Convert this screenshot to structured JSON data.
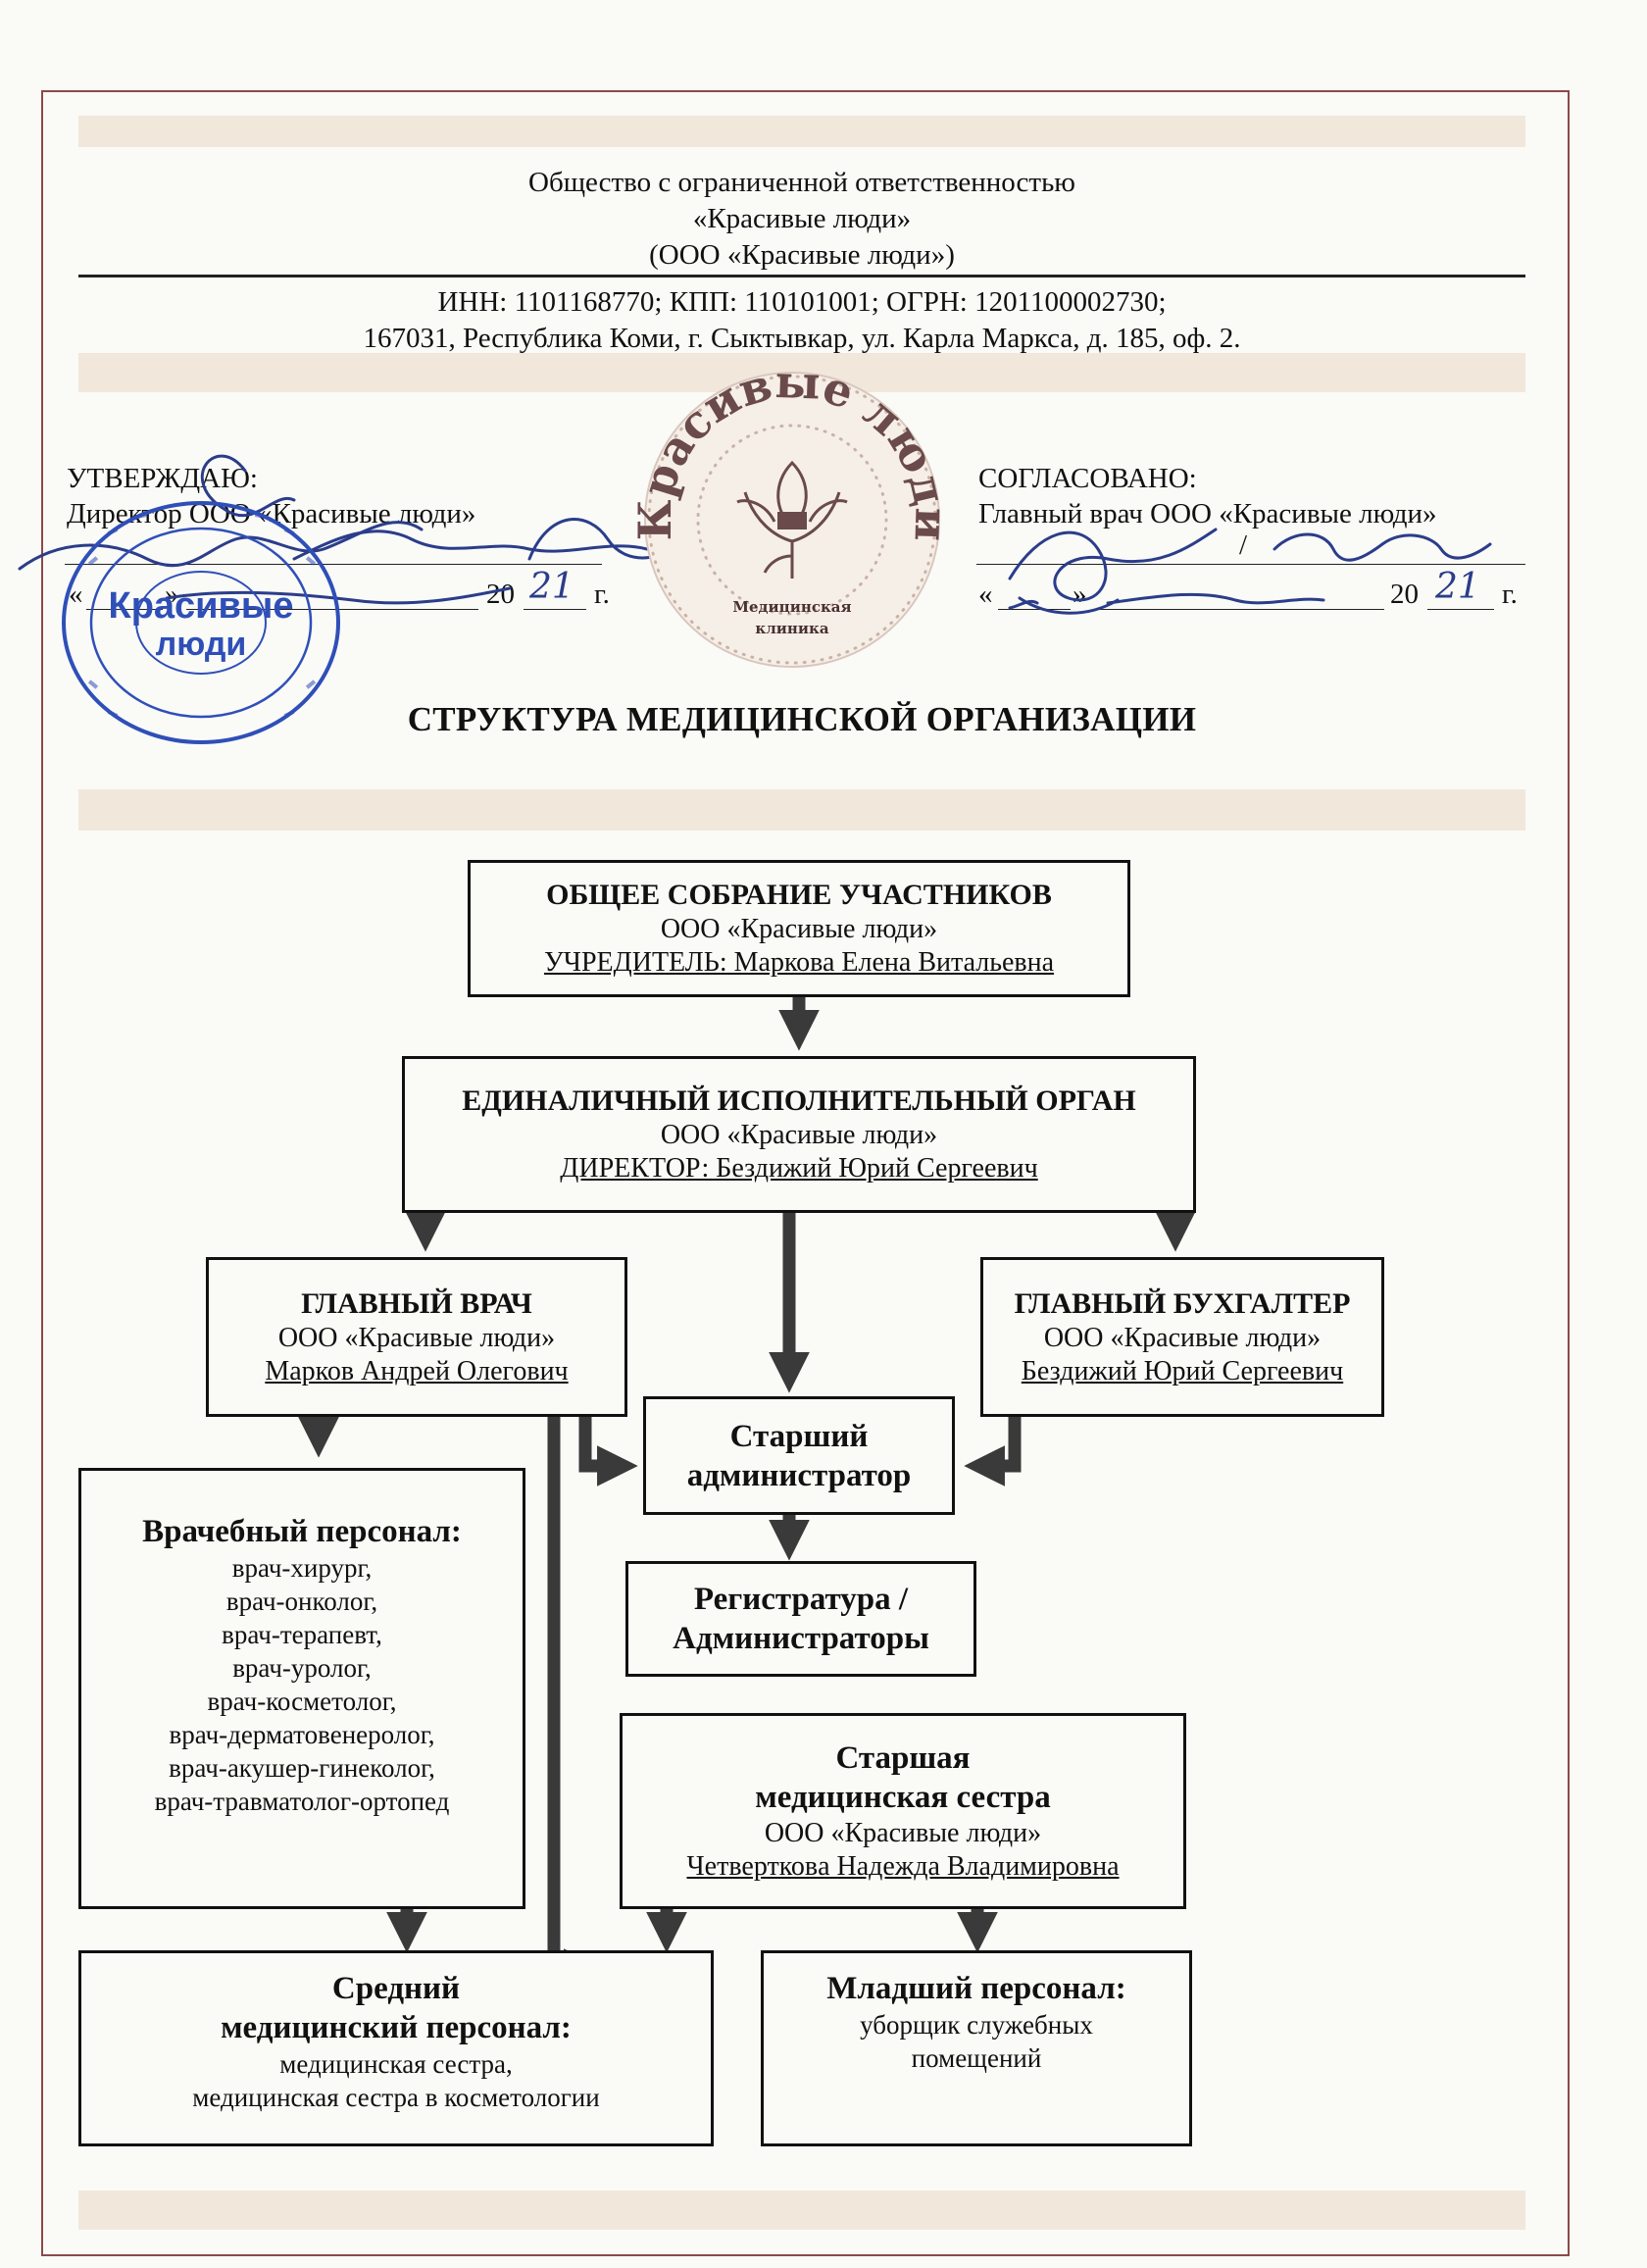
{
  "header": {
    "line1": "Общество с ограниченной ответственностью",
    "line2": "«Красивые люди»",
    "line3": "(ООО «Красивые люди»)",
    "line4": "ИНН: 1101168770; КПП: 110101001; ОГРН: 1201100002730;",
    "line5": "167031, Республика Коми, г. Сыктывкар, ул. Карла Маркса, д. 185, оф. 2."
  },
  "approve": {
    "label": "УТВЕРЖДАЮ:",
    "position": "Директор ООО «Красивые люди»",
    "q_open": "«",
    "q_close": "»",
    "year_prefix": "20",
    "year_suffix": "21",
    "year_end": "г."
  },
  "agree": {
    "label": "СОГЛАСОВАНО:",
    "position": "Главный врач ООО «Красивые люди»",
    "slash": "/",
    "q_open": "«",
    "q_close": "»",
    "year_prefix": "20",
    "year_suffix": "21",
    "year_end": "г."
  },
  "logo": {
    "arc_text": "Красивые люди",
    "sub1": "Медицинская",
    "sub2": "клиника"
  },
  "stamp": {
    "center1": "Красивые",
    "center2": "люди"
  },
  "title": "СТРУКТУРА МЕДИЦИНСКОЙ ОРГАНИЗАЦИИ",
  "boxes": {
    "assembly": {
      "t": "ОБЩЕЕ СОБРАНИЕ УЧАСТНИКОВ",
      "s": "ООО «Красивые люди»",
      "u": "УЧРЕДИТЕЛЬ: Маркова Елена Витальевна"
    },
    "executive": {
      "t": "ЕДИНАЛИЧНЫЙ ИСПОЛНИТЕЛЬНЫЙ ОРГАН",
      "s": "ООО «Красивые люди»",
      "u": "ДИРЕКТОР: Бездижий Юрий Сергеевич"
    },
    "chief_doctor": {
      "t": "ГЛАВНЫЙ ВРАЧ",
      "s": "ООО «Красивые люди»",
      "u": "Марков Андрей Олегович"
    },
    "chief_accountant": {
      "t": "ГЛАВНЫЙ БУХГАЛТЕР",
      "s": "ООО «Красивые люди»",
      "u": "Бездижий Юрий Сергеевич"
    },
    "senior_admin": {
      "t1": "Старший",
      "t2": "администратор"
    },
    "registry": {
      "t1": "Регистратура /",
      "t2": "Администраторы"
    },
    "doctors": {
      "t": "Врачебный персонал:",
      "items": [
        "врач-хирург,",
        "врач-онколог,",
        "врач-терапевт,",
        "врач-уролог,",
        "врач-косметолог,",
        "врач-дерматовенеролог,",
        "врач-акушер-гинеколог,",
        "врач-травматолог-ортопед"
      ]
    },
    "head_nurse": {
      "t1": "Старшая",
      "t2": "медицинская сестра",
      "s": "ООО «Красивые люди»",
      "u": "Четвертковa Надежда Владимировна"
    },
    "middle": {
      "t1": "Средний",
      "t2": "медицинский персонал:",
      "s1": "медицинская сестра,",
      "s2": "медицинская сестра в косметологии"
    },
    "junior": {
      "t": "Младший персонал:",
      "s1": "уборщик служебных",
      "s2": "помещений"
    }
  }
}
